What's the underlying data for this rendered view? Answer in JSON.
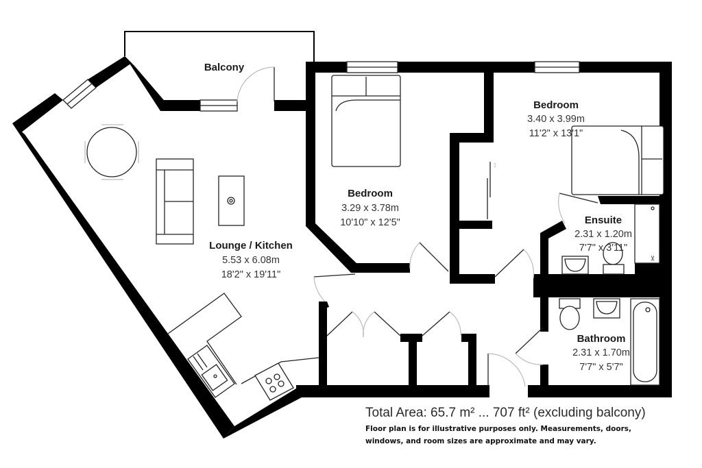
{
  "floor_plan": {
    "rooms": [
      {
        "id": "balcony",
        "name": "Balcony",
        "metric": "",
        "imperial": ""
      },
      {
        "id": "lounge-kitchen",
        "name": "Lounge / Kitchen",
        "metric": "5.53 x 6.08m",
        "imperial": "18'2\" x 19'11\""
      },
      {
        "id": "bedroom-1",
        "name": "Bedroom",
        "metric": "3.29 x 3.78m",
        "imperial": "10'10\" x 12'5\""
      },
      {
        "id": "bedroom-2",
        "name": "Bedroom",
        "metric": "3.40 x 3.99m",
        "imperial": "11'2\" x 13'1\""
      },
      {
        "id": "ensuite",
        "name": "Ensuite",
        "metric": "2.31 x 1.20m",
        "imperial": "7'7\" x 3'11\""
      },
      {
        "id": "bathroom",
        "name": "Bathroom",
        "metric": "2.31 x 1.70m",
        "imperial": "7'7\" x 5'7\""
      }
    ],
    "total_area": "Total Area: 65.7 m² ... 707 ft² (excluding balcony)",
    "disclaimer": "Floor plan is for illustrative purposes only. Measurements, doors, windows, and room sizes are approximate and may vary.",
    "colors": {
      "wall": "#000000",
      "background": "#ffffff",
      "door_swing": "#bbbbbb",
      "text": "#1a1a1a"
    },
    "icons": [
      "dining-table-icon",
      "sofa-icon",
      "coffee-table-icon",
      "bed-icon",
      "kitchen-sink-icon",
      "hob-icon",
      "toilet-icon",
      "basin-icon",
      "bathtub-icon",
      "shower-tray-icon",
      "window-icon",
      "door-swing-icon"
    ]
  }
}
